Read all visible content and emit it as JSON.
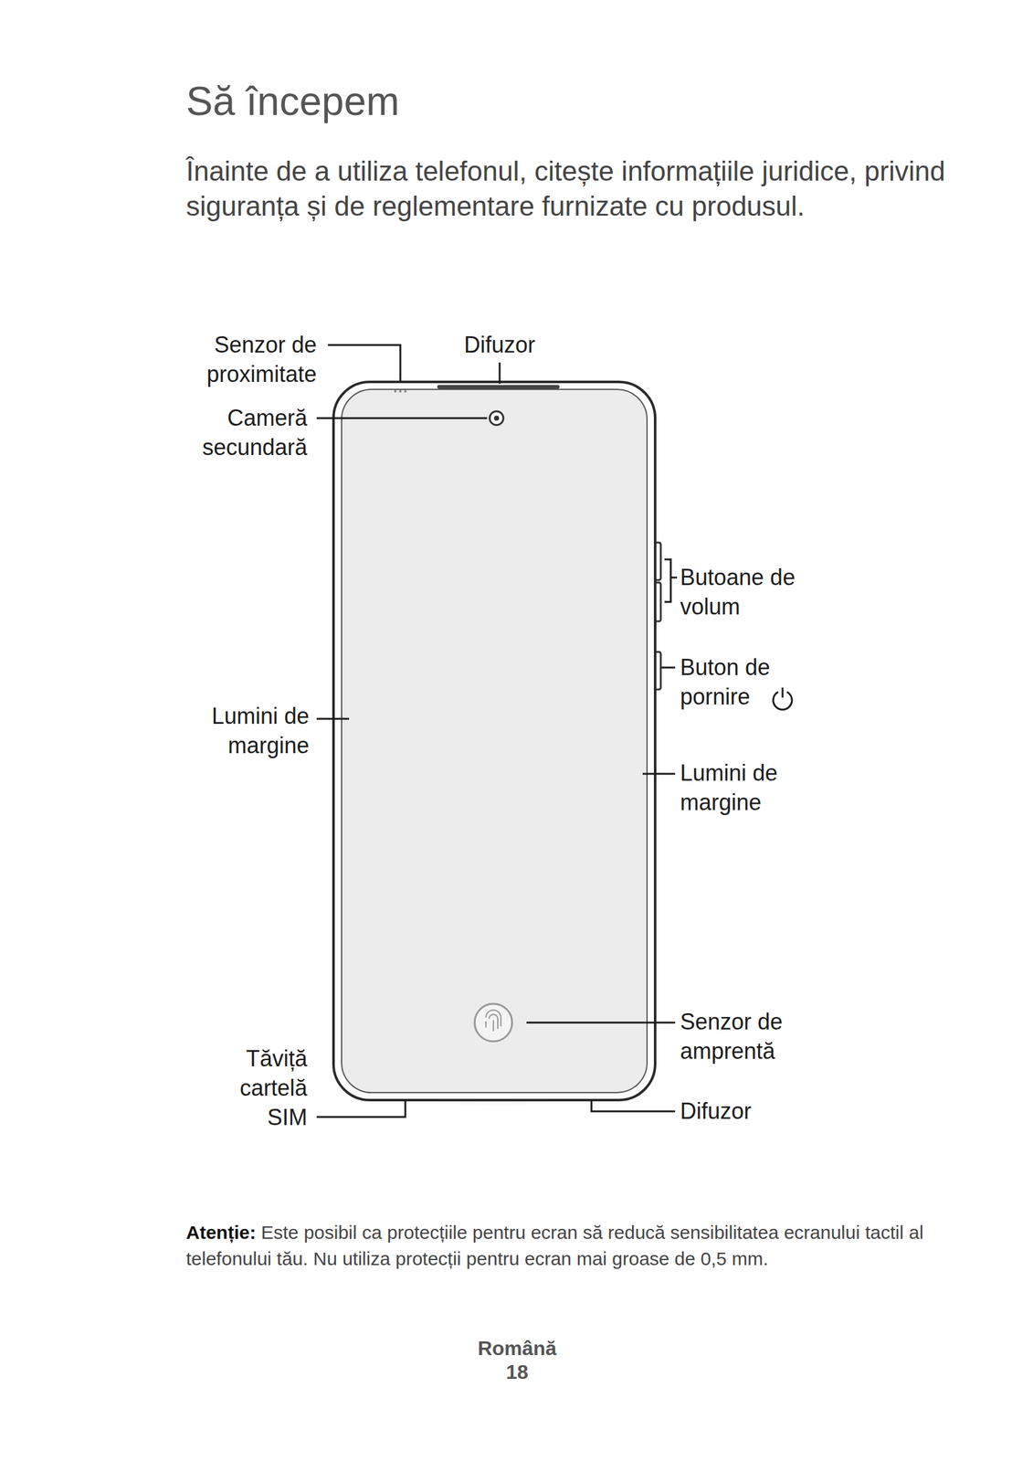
{
  "diagram": {
    "title": "Să începem",
    "labels": [
      "Înainte de a utiliza telefonul, citește informațiile juridice, privind siguranța și de reglementare furnizate cu produsul.",
      "Senzor de proximitate",
      "Difuzor",
      "Cameră secundară",
      "Butoane de volum",
      "Buton de pornire",
      "Lumini de margine",
      "Lumini de margine",
      "Senzor de amprentă",
      "Tăviță cartelă SIM",
      "Difuzor",
      "Atenție:",
      "Este posibil ca protecțiile pentru ecran să reducă sensibilitatea ecranului tactil al telefonului tău. Nu utiliza protecții pentru ecran mai groase de 0,5 mm.",
      "Română",
      "18"
    ]
  }
}
